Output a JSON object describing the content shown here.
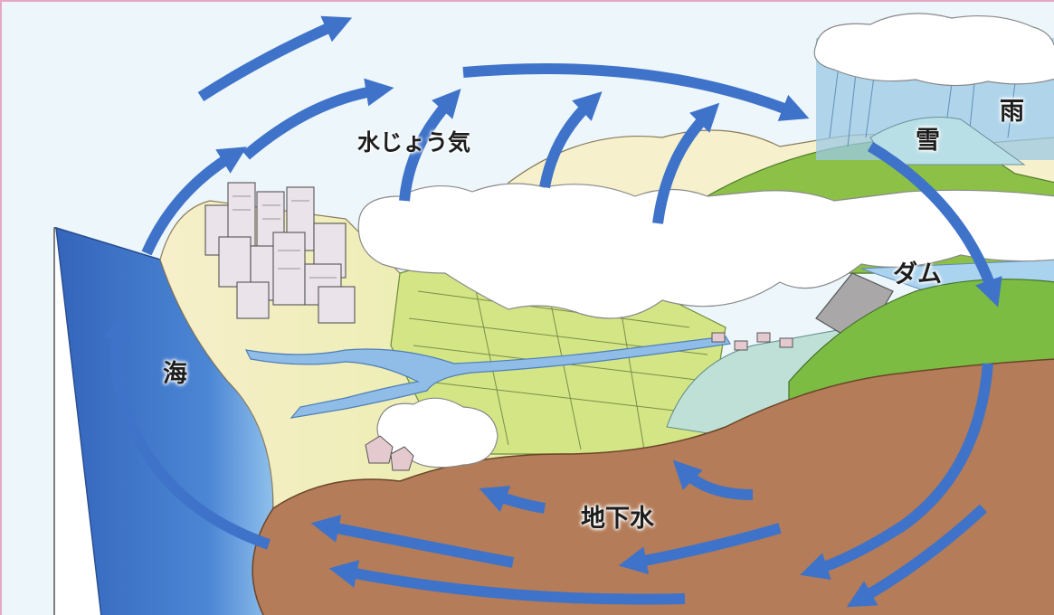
{
  "labels": {
    "water_vapor": "水じょう気",
    "rain": "雨",
    "snow": "雪",
    "dam": "ダム",
    "sea": "海",
    "groundwater": "地下水"
  },
  "colors": {
    "arrow": "#3f73c9",
    "sea": "#3d72c8",
    "soil": "#b47c58",
    "plain": "#f4ecc4",
    "grass": "#aed15a",
    "mountain": "#6bb23a",
    "cloud": "#ffffff",
    "rain_area": "#9cc9e6",
    "sky": "#eaf5fb"
  }
}
